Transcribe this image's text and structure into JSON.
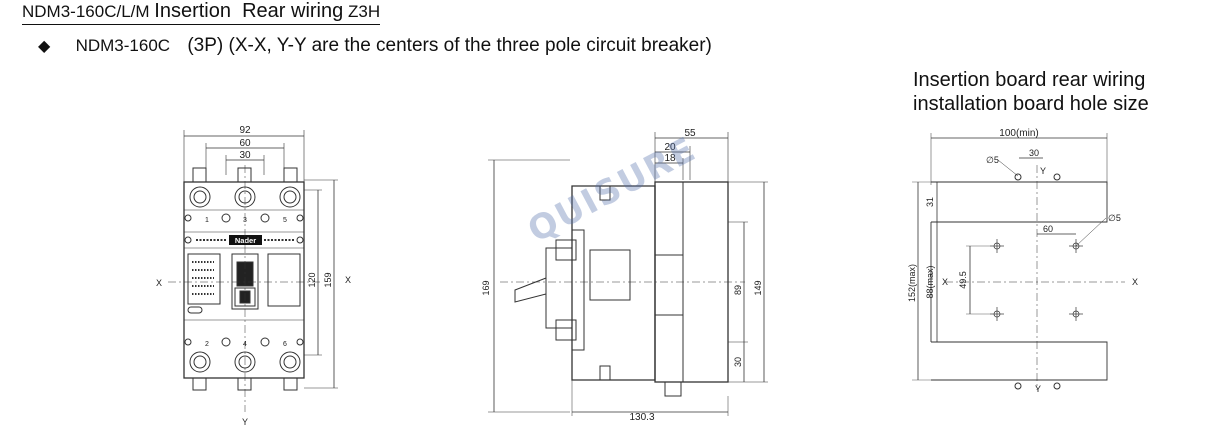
{
  "header": {
    "model_series": "NDM3-160C/L/M",
    "title_main": "Insertion  Rear wiring",
    "title_code": "Z3H"
  },
  "subheading": {
    "model": "NDM3-160C",
    "description": "(3P) (X-X, Y-Y are the centers of the three pole circuit breaker)"
  },
  "right_heading": {
    "line1": "Insertion board rear wiring",
    "line2": "installation board hole size"
  },
  "watermark": "QUISURE",
  "front_view": {
    "dim_92": "92",
    "dim_60": "60",
    "dim_30": "30",
    "dim_120": "120",
    "dim_159": "159",
    "pole_1": "1",
    "pole_3": "3",
    "pole_5": "5",
    "pole_2": "2",
    "pole_4": "4",
    "pole_6": "6",
    "brand": "Nader",
    "axis_x": "X",
    "axis_y": "Y"
  },
  "side_view": {
    "dim_55": "55",
    "dim_20": "20",
    "dim_18": "18",
    "dim_169": "169",
    "dim_149": "149",
    "dim_89": "89",
    "dim_30": "30",
    "dim_130_3": "130.3"
  },
  "panel_view": {
    "dim_100min": "100(min)",
    "dim_d5_top": "∅5",
    "dim_30": "30",
    "axis_y_top": "Y",
    "dim_31": "31",
    "dim_d5_right": "∅5",
    "dim_60": "60",
    "dim_152max": "152(max)",
    "dim_88max": "88(max)",
    "dim_49_5": "49.5",
    "axis_x": "X",
    "axis_y_bottom": "Y"
  }
}
